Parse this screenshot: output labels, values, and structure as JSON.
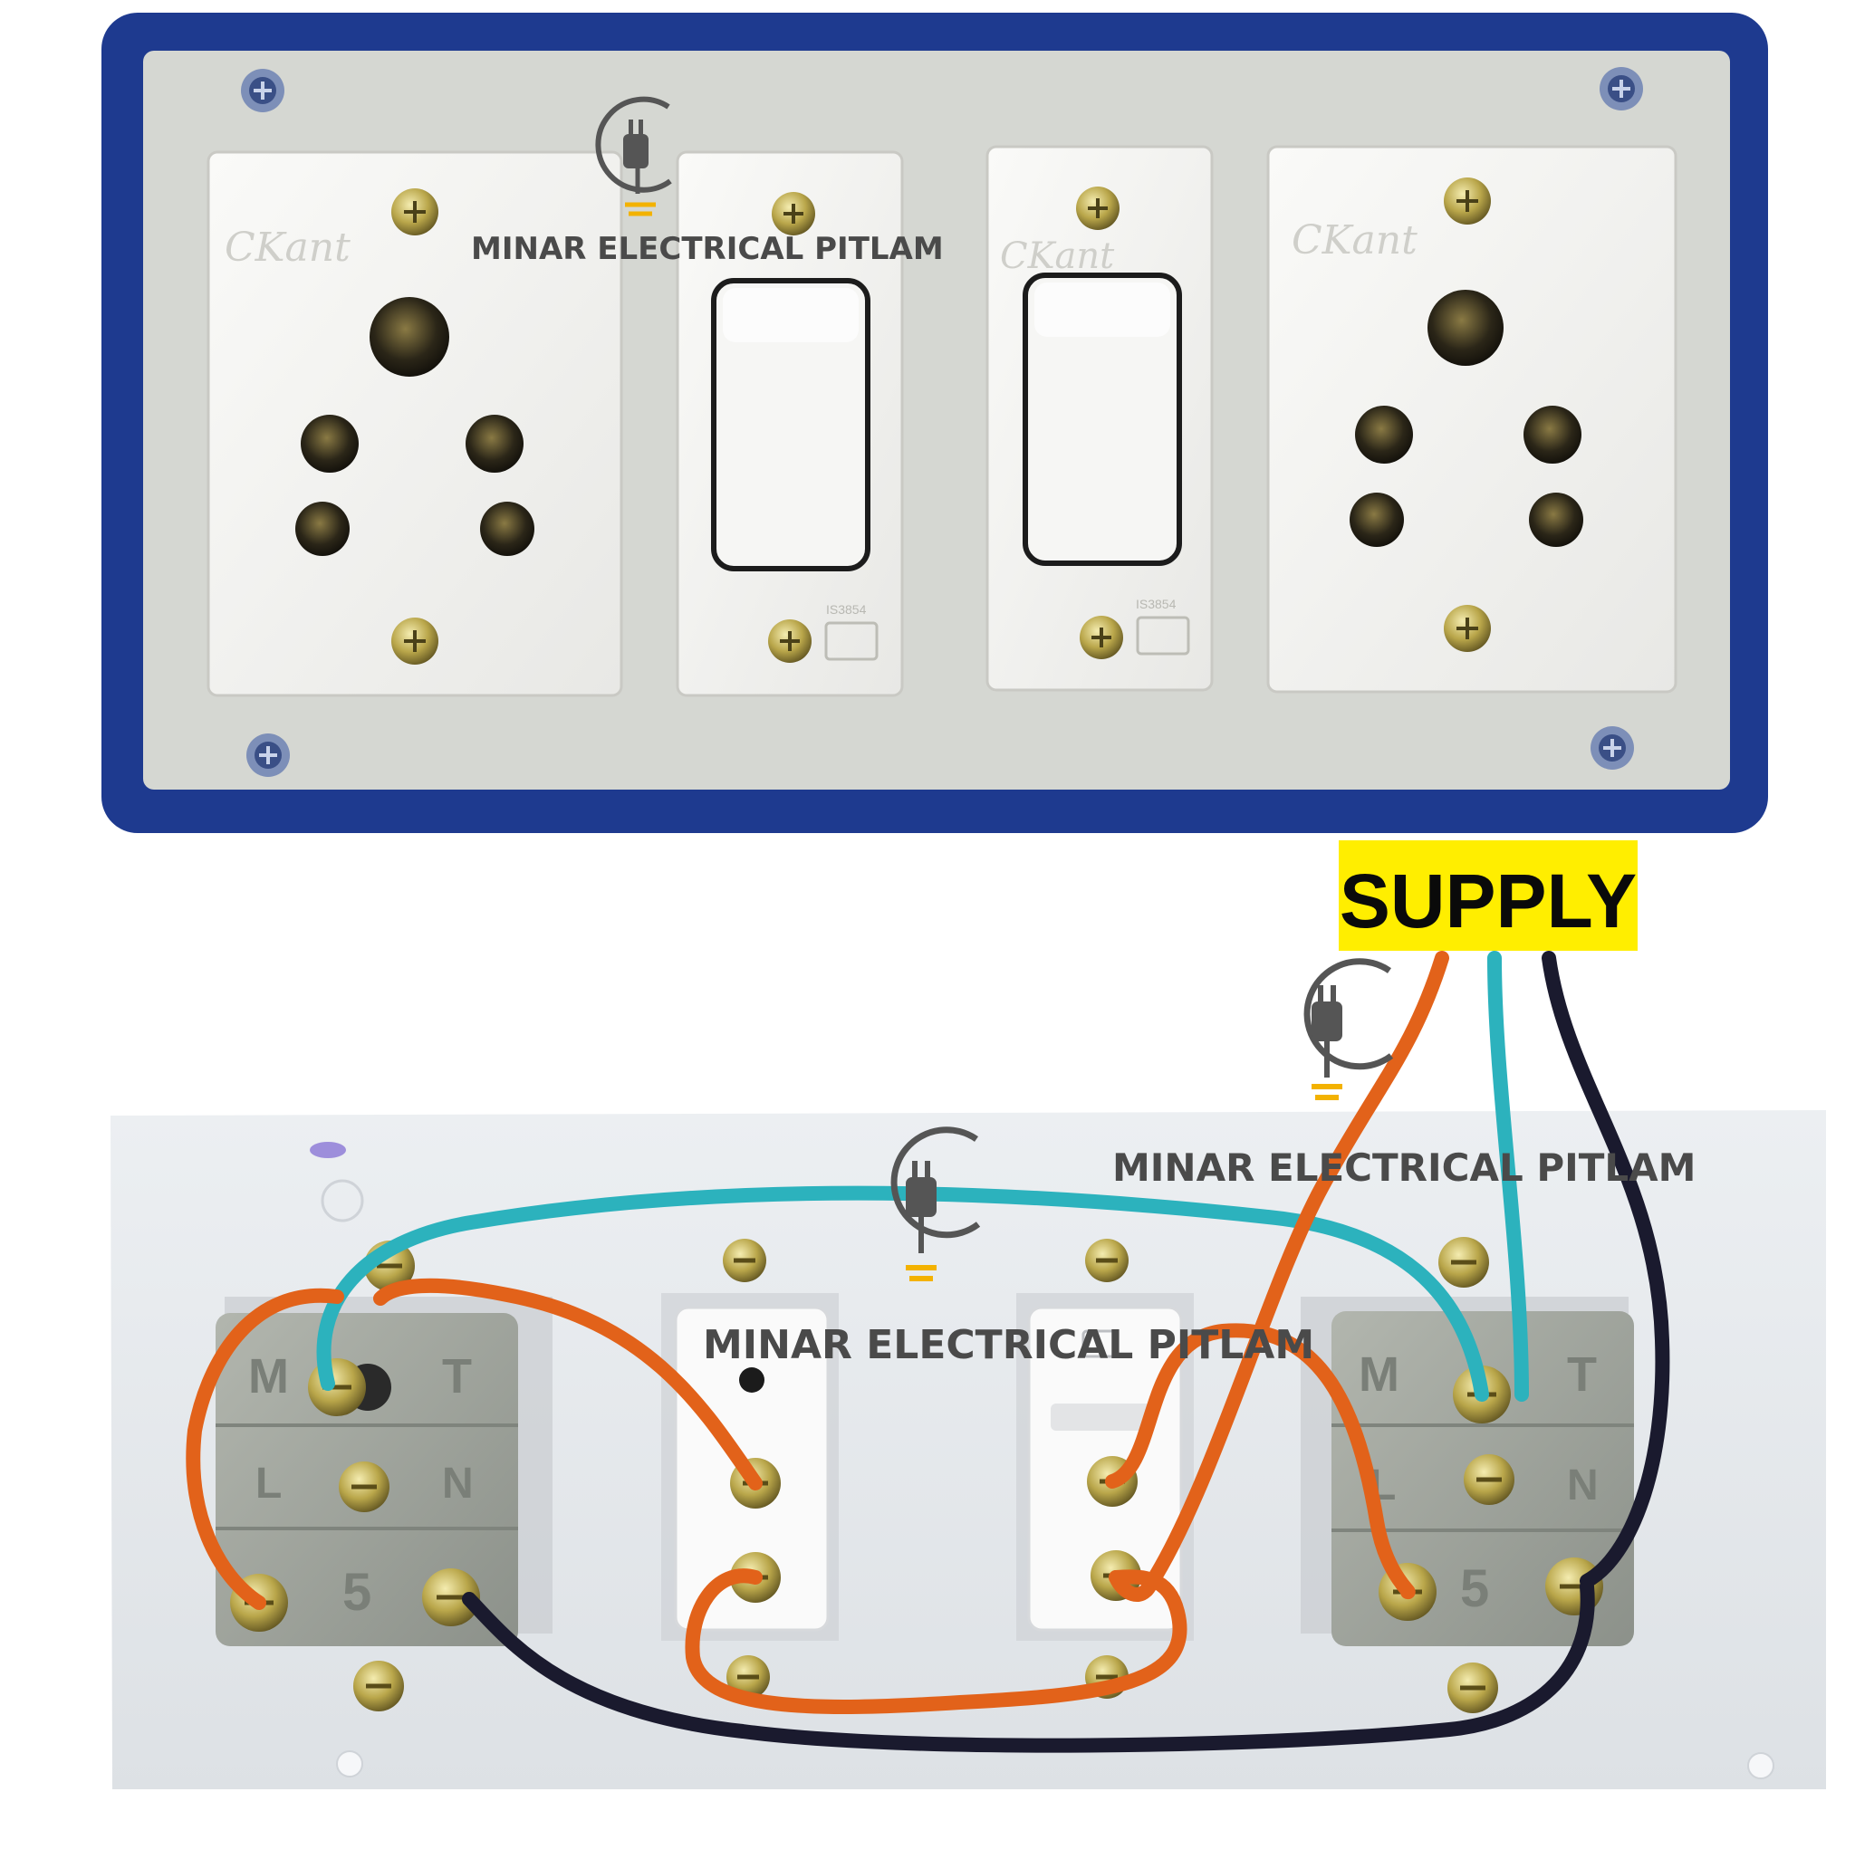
{
  "label_supply": "SUPPLY",
  "watermark_text": "MINAR ELECTRICAL PITLAM",
  "brand_text": "CKant",
  "terminal_labels": [
    "M",
    "T",
    "L",
    "N",
    "5"
  ],
  "standard_mark": "IS3854",
  "colors": {
    "box_frame": "#1e3a8f",
    "front_plate": "#d5d7d2",
    "module": "#f3f3f1",
    "back_plate": "#e7eaee",
    "terminal_block": "#9ea39c",
    "screw": "#b7a84e",
    "wire_orange": "#e2621a",
    "wire_cyan": "#2cb2bd",
    "wire_black": "#1a1a2e",
    "supply_bg": "#ffee00"
  }
}
